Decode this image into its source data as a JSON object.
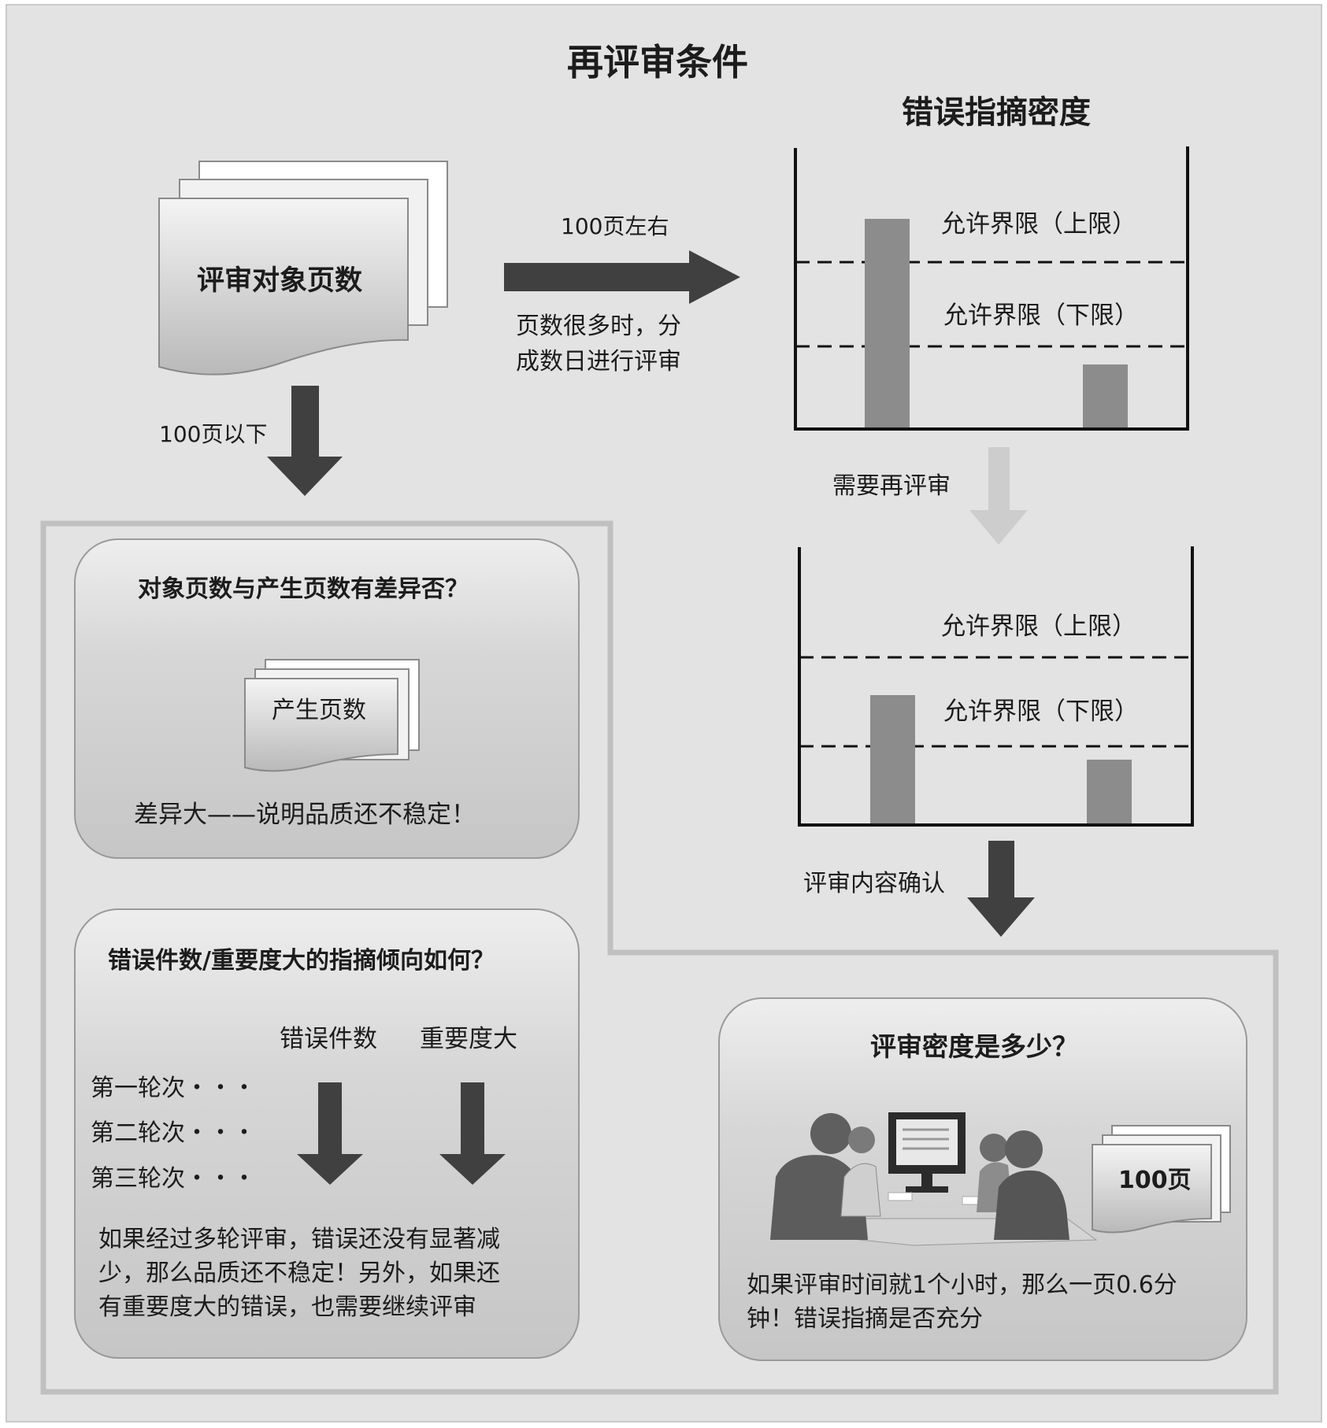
{
  "title": "再评审条件",
  "document": {
    "label": "评审对象页数",
    "arrow_right_top": "100页左右",
    "arrow_right_bottom_line1": "页数很多时，分",
    "arrow_right_bottom_line2": "成数日进行评审",
    "arrow_down": "100页以下"
  },
  "density": {
    "title": "错误指摘密度",
    "upper_limit": "允许界限（上限）",
    "lower_limit": "允许界限（下限）",
    "rereview": "需要再评审",
    "confirm": "评审内容确认"
  },
  "box_pages": {
    "title": "对象页数与产生页数有差异否？",
    "doc_label": "产生页数",
    "note": "差异大——说明品质还不稳定！"
  },
  "box_errors": {
    "title": "错误件数/重要度大的指摘倾向如何？",
    "col1": "错误件数",
    "col2": "重要度大",
    "rounds": [
      "第一轮次・・・",
      "第二轮次・・・",
      "第三轮次・・・"
    ],
    "note_line1": "如果经过多轮评审，错误还没有显著减",
    "note_line2": "少，那么品质还不稳定！另外，如果还",
    "note_line3": "有重要度大的错误，也需要继续评审"
  },
  "box_density": {
    "title": "评审密度是多少？",
    "doc_label": "100页",
    "note_line1": "如果评审时间就1个小时，那么一页0.6分",
    "note_line2": "钟！错误指摘是否充分"
  },
  "colors": {
    "panel": "#e3e3e3",
    "box": "#cfcfcf",
    "arrow_dark": "#404040",
    "arrow_light": "#cdcdcd",
    "bar": "#8c8c8c"
  }
}
